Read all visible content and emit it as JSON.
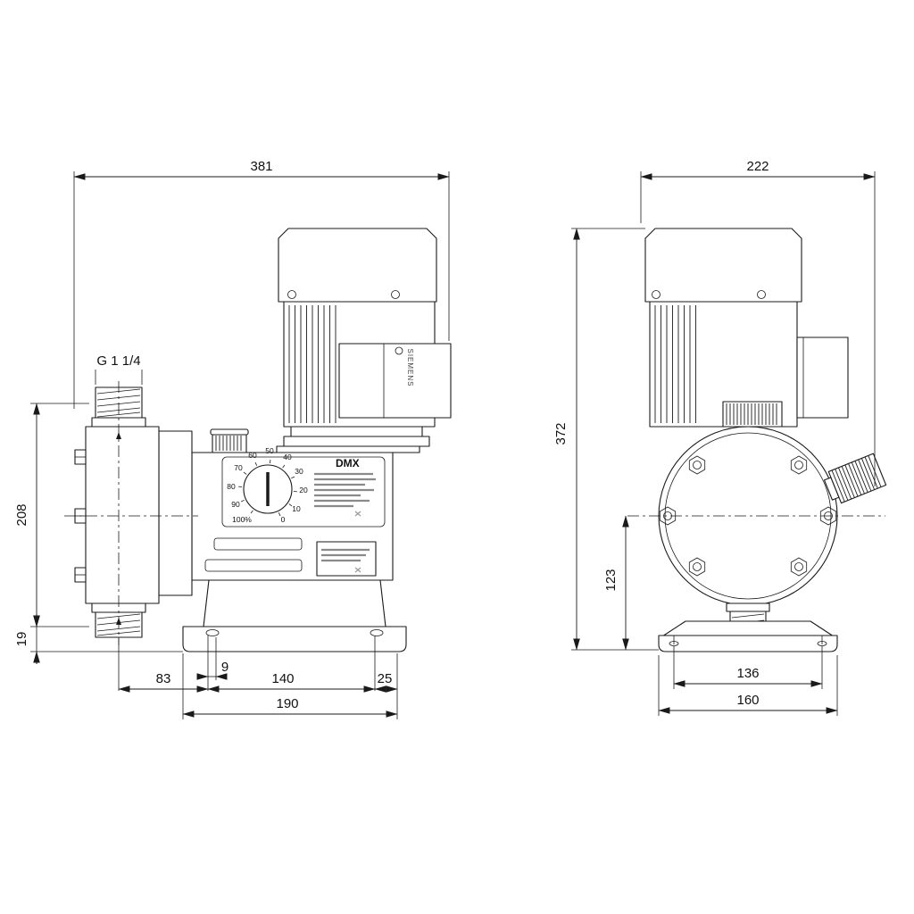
{
  "dims": {
    "side_width": "381",
    "front_width": "222",
    "overall_height": "372",
    "head_height": "208",
    "base_offset": "19",
    "hole_offset": "9",
    "d83": "83",
    "d140": "140",
    "d25": "25",
    "d190": "190",
    "center_height": "123",
    "d136": "136",
    "d160": "160"
  },
  "labels": {
    "thread": "G 1 1/4",
    "model": "DMX",
    "motor_brand": "SIEMENS"
  },
  "knob": {
    "scale": [
      "0",
      "10",
      "20",
      "30",
      "40",
      "50",
      "60",
      "70",
      "80",
      "90",
      "100%"
    ]
  },
  "colors": {
    "line": "#1a1a1a",
    "background": "#ffffff"
  }
}
